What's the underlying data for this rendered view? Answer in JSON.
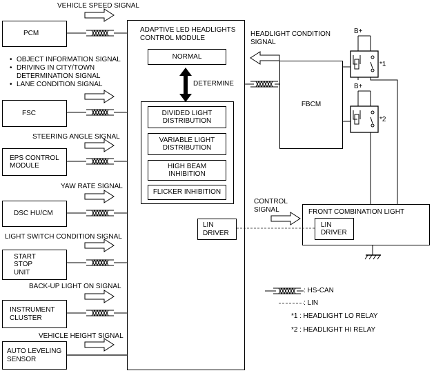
{
  "ecus": {
    "pcm": "PCM",
    "fsc": "FSC",
    "eps": "EPS CONTROL\nMODULE",
    "dsc": "DSC HU/CM",
    "start_stop": "START\nSTOP\nUNIT",
    "instrument": "INSTRUMENT\nCLUSTER",
    "auto_level": "AUTO LEVELING\nSENSOR"
  },
  "signals": {
    "vehicle_speed": "VEHICLE SPEED SIGNAL",
    "fsc_bullets": [
      "OBJECT INFORMATION SIGNAL",
      "DRIVING IN CITY/TOWN\nDETERMINATION SIGNAL",
      "LANE CONDITION SIGNAL"
    ],
    "steering_angle": "STEERING ANGLE SIGNAL",
    "yaw_rate": "YAW RATE SIGNAL",
    "light_switch": "LIGHT SWITCH CONDITION SIGNAL",
    "backup_light": "BACK-UP LIGHT ON SIGNAL",
    "vehicle_height": "VEHICLE HEIGHT SIGNAL",
    "headlight_condition": "HEADLIGHT CONDITION\nSIGNAL",
    "control": "CONTROL\nSIGNAL"
  },
  "module": {
    "title": "ADAPTIVE LED HEADLIGHTS\nCONTROL MODULE",
    "normal": "NORMAL",
    "determine": "DETERMINE",
    "functions": [
      "DIVIDED  LIGHT\nDISTRIBUTION",
      "VARIABLE LIGHT\nDISTRIBUTION",
      "HIGH BEAM\nINHIBITION",
      "FLICKER INHIBITION"
    ],
    "lin_driver": "LIN\nDRIVER"
  },
  "fbcm": "FBCM",
  "relays": {
    "b_plus": "B+",
    "lo_mark": "*1",
    "hi_mark": "*2"
  },
  "front_light": {
    "title": "FRONT COMBINATION LIGHT",
    "lin_driver": "LIN\nDRIVER"
  },
  "legend": {
    "hs_can": ": HS-CAN",
    "lin": ": LIN",
    "lo_relay_mark": "*1",
    "lo_relay": ": HEADLIGHT LO RELAY",
    "hi_relay_mark": "*2",
    "hi_relay": ": HEADLIGHT HI RELAY"
  }
}
